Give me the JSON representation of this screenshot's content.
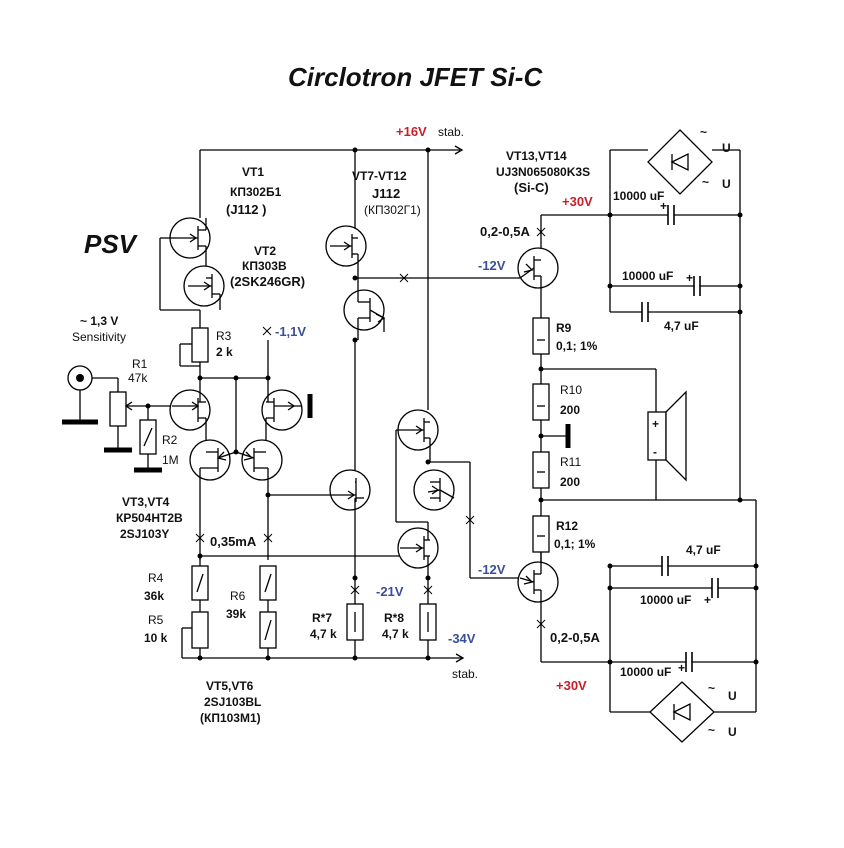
{
  "title": "Circlotron  JFET  Si-C",
  "author": "PSV",
  "supply": {
    "pos16": "+16V",
    "stab": "stab.",
    "neg34": "-34V",
    "stab2": "stab.",
    "plus30_top": "+30V",
    "plus30_bottom": "+30V"
  },
  "input": {
    "level": "~ 1,3 V",
    "sensitivity": "Sensitivity"
  },
  "transistors": {
    "vt1": [
      "VT1",
      "КП302Б1",
      "(J112 )"
    ],
    "vt2": [
      "VT2",
      "КП303В",
      "(2SK246GR)"
    ],
    "vt34": [
      "VT3,VT4",
      "КР504НТ2В",
      "2SJ103Y"
    ],
    "vt56": [
      "VT5,VT6",
      "2SJ103BL",
      "(КП103М1)"
    ],
    "vt712": [
      "VT7-VT12",
      "J112",
      "(КП302Г1)"
    ],
    "vt1314": [
      "VT13,VT14",
      "UJ3N065080K3S",
      "(Si-C)"
    ]
  },
  "resistors": {
    "r1": [
      "R1",
      "47k"
    ],
    "r2": [
      "R2",
      "1M"
    ],
    "r3": [
      "R3",
      "2 k"
    ],
    "r4": [
      "R4",
      "36k"
    ],
    "r5": [
      "R5",
      "10 k"
    ],
    "r6": [
      "R6",
      "39k"
    ],
    "r7": [
      "R*7",
      "4,7 k"
    ],
    "r8": [
      "R*8",
      "4,7 k"
    ],
    "r9": [
      "R9",
      "0,1; 1%"
    ],
    "r10": [
      "R10",
      "200"
    ],
    "r11": [
      "R11",
      "200"
    ],
    "r12": [
      "R12",
      "0,1; 1%"
    ]
  },
  "voltages": {
    "v11": "-1,1V",
    "v12a": "-12V",
    "v12b": "-12V",
    "v21": "-21V",
    "current1": "0,35mA",
    "current2": "0,2-0,5A",
    "current3": "0,2-0,5A"
  },
  "caps": {
    "c1": "10000 uF",
    "c2": "10000 uF",
    "c3": "4,7  uF",
    "c4": "4,7  uF",
    "c5": "10000 uF",
    "c6": "10000 uF",
    "plus": "+"
  },
  "bridge": {
    "u": "U",
    "tilde": "~"
  },
  "speaker": {
    "plus": "+",
    "minus": "-"
  }
}
